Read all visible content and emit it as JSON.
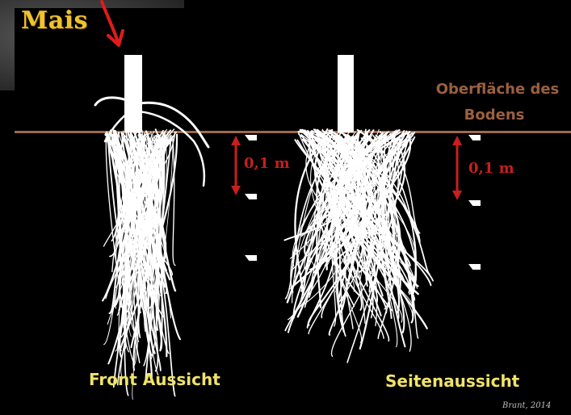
{
  "title": "Mais",
  "surface_label_line1": "Oberfläche des",
  "surface_label_line2": "Bodens",
  "depth_label": "0,1 m",
  "captions": {
    "front": "Front Aussicht",
    "side": "Seitenaussicht"
  },
  "credit": "Brant, 2014",
  "colors": {
    "title": "#f0c32e",
    "arrow": "#e11b1b",
    "soil_line": "#a0684a",
    "measurement": "#c81e1e",
    "captions": "#f0e36a",
    "roots": "#ffffff"
  },
  "icons": {
    "pointer": "red-arrow-icon",
    "depth_markers": "tick-mark-icon"
  }
}
